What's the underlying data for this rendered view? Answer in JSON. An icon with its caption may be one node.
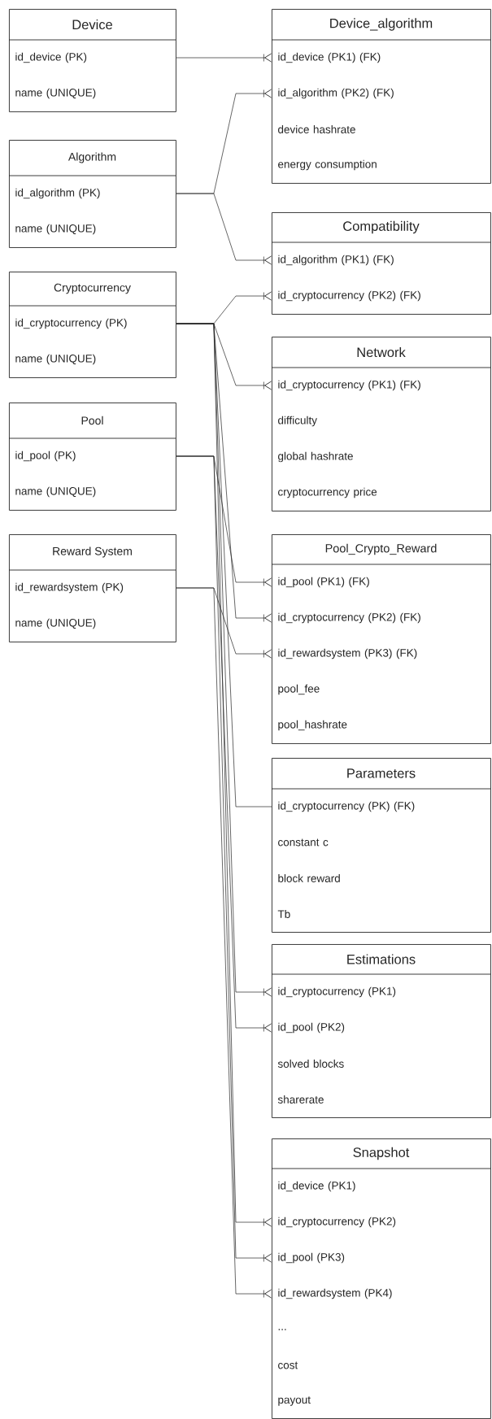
{
  "diagram": {
    "nodes": [
      {
        "text": [
          "Device"
        ]
      },
      {
        "text": [
          "id_device (PK)"
        ],
        "in": 0
      },
      {
        "text": [
          "name (UNIQUE)"
        ],
        "in": 0
      },
      {
        "text": [
          "Algorithm"
        ]
      },
      {
        "text": [
          "id_algorithm (PK)"
        ],
        "in": 3
      },
      {
        "text": [
          "name (UNIQUE)"
        ],
        "in": 3
      },
      {
        "text": [
          "Cryptocurrency"
        ]
      },
      {
        "text": [
          "id_cryptocurrency (PK)"
        ],
        "in": 6
      },
      {
        "text": [
          "name (UNIQUE)"
        ],
        "in": 6
      },
      {
        "text": [
          "Pool"
        ]
      },
      {
        "text": [
          "id_pool (PK)"
        ],
        "in": 9
      },
      {
        "text": [
          "name (UNIQUE)"
        ],
        "in": 9
      },
      {
        "text": [
          "Reward System"
        ]
      },
      {
        "text": [
          "id_rewardsystem (PK)"
        ],
        "in": 12
      },
      {
        "text": [
          "name (UNIQUE)"
        ],
        "in": 12
      },
      {
        "text": [
          "Device_algorithm"
        ]
      },
      {
        "text": [
          "id_device (PK1) (FK)"
        ],
        "in": 15
      },
      {
        "text": [
          "id_algorithm (PK2) (FK)"
        ],
        "in": 15
      },
      {
        "text": [
          "device hashrate"
        ],
        "in": 15
      },
      {
        "text": [
          "energy consumption"
        ],
        "in": 15
      },
      {
        "text": [
          "Compatibility"
        ]
      },
      {
        "text": [
          "id_algorithm (PK1) (FK)"
        ],
        "in": 20
      },
      {
        "text": [
          "id_cryptocurrency (PK2) (FK)"
        ],
        "in": 20
      },
      {
        "text": [
          "Network"
        ]
      },
      {
        "text": [
          "id_cryptocurrency (PK1) (FK)"
        ],
        "in": 23
      },
      {
        "text": [
          "difficulty"
        ],
        "in": 23
      },
      {
        "text": [
          "global hashrate"
        ],
        "in": 23
      },
      {
        "text": [
          "cryptocurrency price"
        ],
        "in": 23
      },
      {
        "text": [
          "Pool_Crypto_Reward"
        ]
      },
      {
        "text": [
          "id_pool (PK1) (FK)"
        ],
        "in": 28
      },
      {
        "text": [
          "id_cryptocurrency (PK2) (FK)"
        ],
        "in": 28
      },
      {
        "text": [
          "id_rewardsystem (PK3) (FK)"
        ],
        "in": 28
      },
      {
        "text": [
          "pool_fee"
        ],
        "in": 28
      },
      {
        "text": [
          "pool_hashrate"
        ],
        "in": 28
      },
      {
        "text": [
          "Parameters"
        ]
      },
      {
        "text": [
          "id_cryptocurrency (PK) (FK)"
        ],
        "in": 34
      },
      {
        "text": [
          "constant c"
        ],
        "in": 34
      },
      {
        "text": [
          "block reward"
        ],
        "in": 34
      },
      {
        "text": [
          "Tb"
        ],
        "in": 34
      },
      {
        "text": [
          "Estimations"
        ]
      },
      {
        "text": [
          "id_cryptocurrency (PK1)"
        ],
        "in": 39
      },
      {
        "text": [
          "id_pool (PK2)"
        ],
        "in": 39
      },
      {
        "text": [
          "solved blocks"
        ],
        "in": 39
      },
      {
        "text": [
          "sharerate"
        ],
        "in": 39
      },
      {
        "text": [
          "Snapshot"
        ]
      },
      {
        "text": [
          "id_device (PK1)"
        ],
        "in": 44
      },
      {
        "text": [
          "id_cryptocurrency (PK2)"
        ],
        "in": 44
      },
      {
        "text": [
          "id_pool (PK3)"
        ],
        "in": 44
      },
      {
        "text": [
          "id_rewardsystem (PK4)"
        ],
        "in": 44
      },
      {
        "text": [
          "..."
        ],
        "in": 44
      },
      {
        "text": [
          "cost"
        ],
        "in": 44
      },
      {
        "text": [
          "payout"
        ],
        "in": 44
      }
    ],
    "edges": [
      {
        "from": 0,
        "to": 16,
        "arrow": "other"
      },
      {
        "from": 3,
        "to": 17,
        "arrow": "other"
      },
      {
        "from": 3,
        "to": 21,
        "arrow": "other"
      },
      {
        "from": 6,
        "to": 22,
        "arrow": "other"
      },
      {
        "from": 6,
        "to": 24,
        "arrow": "other"
      },
      {
        "from": 6,
        "to": 30,
        "arrow": "other"
      },
      {
        "from": 6,
        "to": 35,
        "arrow": "none"
      },
      {
        "from": 6,
        "to": 40,
        "arrow": "other"
      },
      {
        "from": 6,
        "to": 46,
        "arrow": "other"
      },
      {
        "from": 9,
        "to": 29,
        "arrow": "other"
      },
      {
        "from": 9,
        "to": 41,
        "arrow": "other"
      },
      {
        "from": 9,
        "to": 47,
        "arrow": "other"
      },
      {
        "from": 12,
        "to": 31,
        "arrow": "other"
      },
      {
        "from": 12,
        "to": 48,
        "arrow": "other"
      }
    ]
  }
}
